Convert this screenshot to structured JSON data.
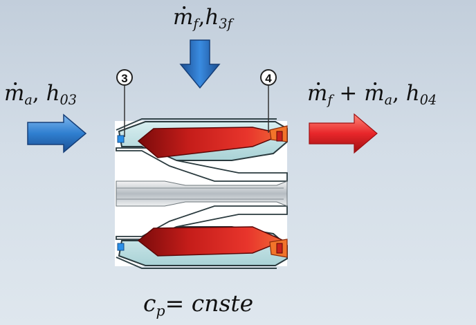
{
  "labels": {
    "fuel": {
      "mdot": "m",
      "sub1": "f",
      "sep": ",",
      "h": "h",
      "sub2": "3f"
    },
    "air": {
      "mdot": "m",
      "sub1": "a",
      "sep": ", ",
      "h": "h",
      "sub2": "03"
    },
    "outlet": {
      "mdot1": "m",
      "sub1": "f",
      "plus": " + ",
      "mdot2": "m",
      "sub2": "a",
      "sep": ", ",
      "h": "h",
      "sub3": "04"
    },
    "cp": {
      "c": "c",
      "sub": "p",
      "eq": "= ",
      "rhs": "cnste"
    }
  },
  "stations": {
    "inlet": "3",
    "outlet": "4"
  },
  "colors": {
    "inlet_arrow": "#2f7fd0",
    "fuel_arrow": "#2f7fd0",
    "outlet_arrow": "#e8262a",
    "flame": "#c8201c",
    "liner": "#bfe0e3"
  },
  "icons": {
    "inlet": "arrow-right-icon",
    "fuel": "arrow-down-icon",
    "outlet": "arrow-right-icon"
  }
}
